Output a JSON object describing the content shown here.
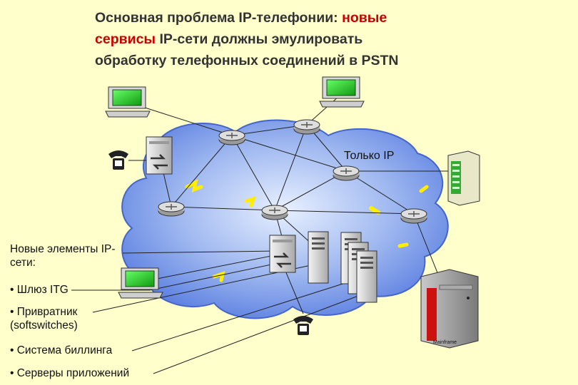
{
  "title": {
    "line1_a": "Основная проблема IP-телефонии: ",
    "line1_b": "новые",
    "line2_a": "сервисы",
    "line2_b": " IP-сети должны эмулировать",
    "line3": "обработку телефонных соединений в PSTN"
  },
  "cloud_label": "Только IP",
  "elements_heading": "Новые элементы IP-сети:",
  "elements": [
    "• Шлюз ITG",
    "• Привратник (softswitches)",
    "• Система биллинга",
    "• Серверы приложений"
  ],
  "mainframe_label": "Mainframe",
  "colors": {
    "background": "#ffffcc",
    "title_text": "#333333",
    "title_highlight": "#cc0000",
    "cloud_fill": "#7a9be6",
    "monitor_screen": "#33cc33"
  },
  "icons": [
    "monitor-icon",
    "router-icon",
    "telephone-icon",
    "gateway-icon",
    "server-icon",
    "mainframe-icon"
  ]
}
